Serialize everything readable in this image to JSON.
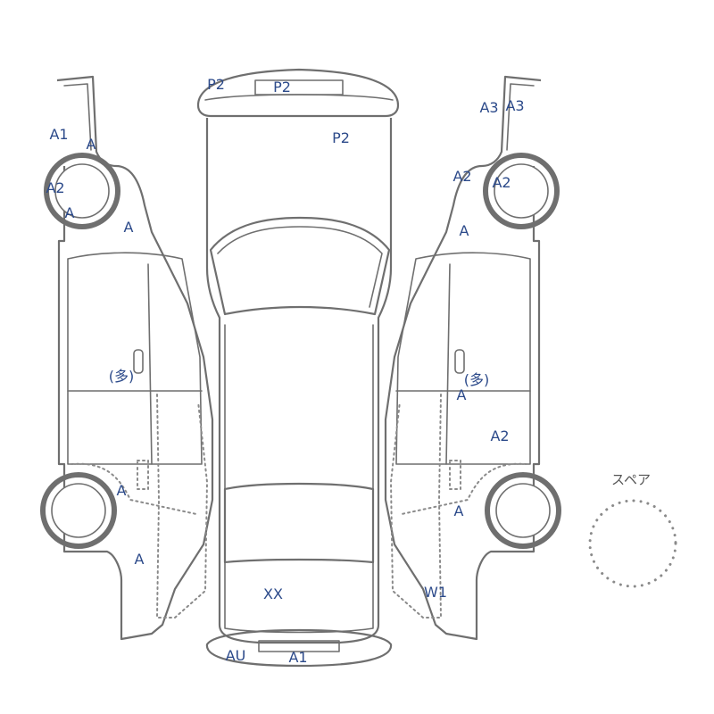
{
  "spare": {
    "label": "スペア"
  },
  "marks": {
    "rear_bumper_left": "P2",
    "rear_bumper_mid": "P2",
    "roof": "P2",
    "left_a1": "A1",
    "left_a_upper": "A",
    "left_a2": "A2",
    "left_a_mid": "A",
    "left_a_fender": "A",
    "left_door": "(多)",
    "left_a_lower": "A",
    "left_a_front": "A",
    "right_a3_left": "A3",
    "right_a3_right": "A3",
    "right_a2_left": "A2",
    "right_a2_right": "A2",
    "right_a_upper": "A",
    "right_door": "(多)",
    "right_a_door": "A",
    "right_a2_door": "A2",
    "right_a_lower": "A",
    "hood": "XX",
    "windshield": "W1",
    "front_bumper_left": "AU",
    "front_bumper_right": "A1"
  }
}
